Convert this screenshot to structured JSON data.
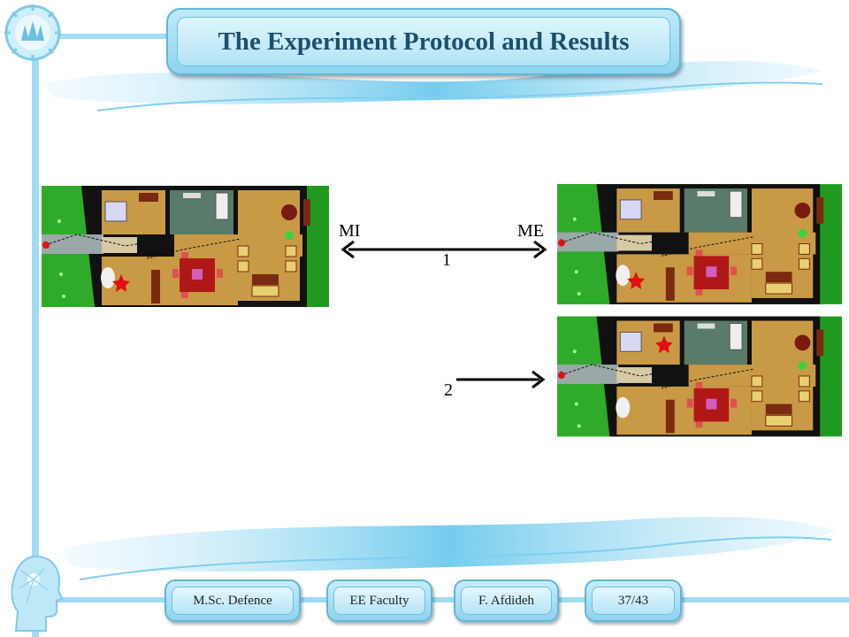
{
  "slide": {
    "title": "The Experiment Protocol and Results",
    "label_mi": "MI",
    "label_me": "ME",
    "label_1": "1",
    "label_2": "2"
  },
  "footer": {
    "item1": "M.Sc. Defence",
    "item2": "EE Faculty",
    "item3": "F. Afdideh",
    "item4": "37/43"
  },
  "colors": {
    "accent": "#8fd4ee",
    "title": "#1d4f6e",
    "grass": "#1f9a1f",
    "floor": "#c99a45",
    "table": "#b01818"
  }
}
